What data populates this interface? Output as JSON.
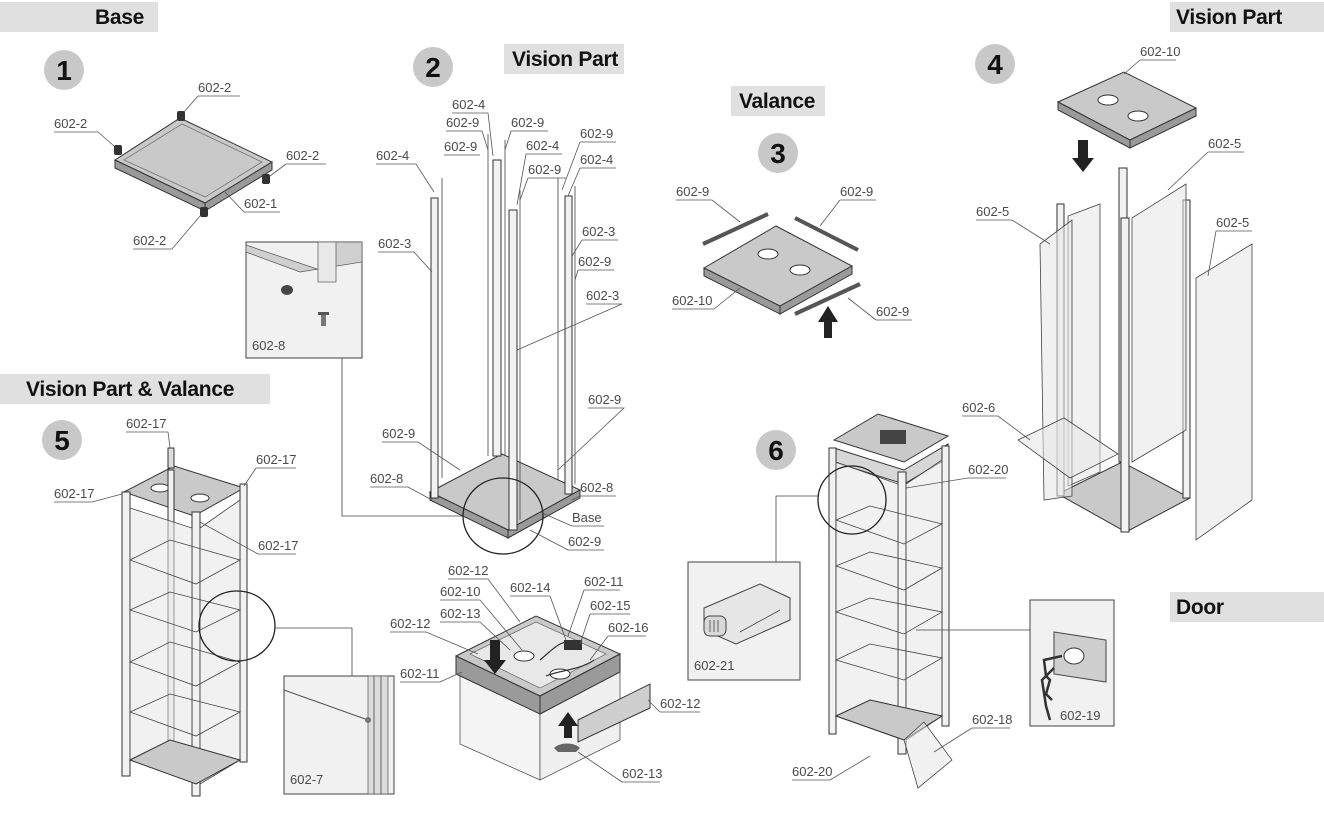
{
  "headers": {
    "base": "Base",
    "vision_part_2": "Vision Part",
    "valance": "Valance",
    "vision_part_4": "Vision Part",
    "vision_part_valance": "Vision Part & Valance",
    "door": "Door"
  },
  "steps": [
    "1",
    "2",
    "3",
    "4",
    "5",
    "6"
  ],
  "callouts": {
    "s1": [
      "602-2",
      "602-2",
      "602-2",
      "602-1",
      "602-2"
    ],
    "s1_detail": "602-8",
    "s2": [
      "602-4",
      "602-9",
      "602-9",
      "602-4",
      "602-9",
      "602-9",
      "602-4",
      "602-9",
      "602-4",
      "602-3",
      "602-3",
      "602-9",
      "602-3",
      "602-9",
      "602-9",
      "602-8",
      "602-8",
      "Base",
      "602-9"
    ],
    "s3": [
      "602-9",
      "602-9",
      "602-10",
      "602-9"
    ],
    "s4": [
      "602-10",
      "602-5",
      "602-5",
      "602-5",
      "602-6"
    ],
    "s5": [
      "602-17",
      "602-17",
      "602-17",
      "602-17"
    ],
    "s5_detail": "602-7",
    "valance_assy": [
      "602-12",
      "602-10",
      "602-13",
      "602-14",
      "602-11",
      "602-15",
      "602-12",
      "602-16",
      "602-11",
      "602-12",
      "602-13"
    ],
    "s6": [
      "602-20",
      "602-18",
      "602-20"
    ],
    "s6_lock": "602-21",
    "s6_key": "602-19"
  }
}
